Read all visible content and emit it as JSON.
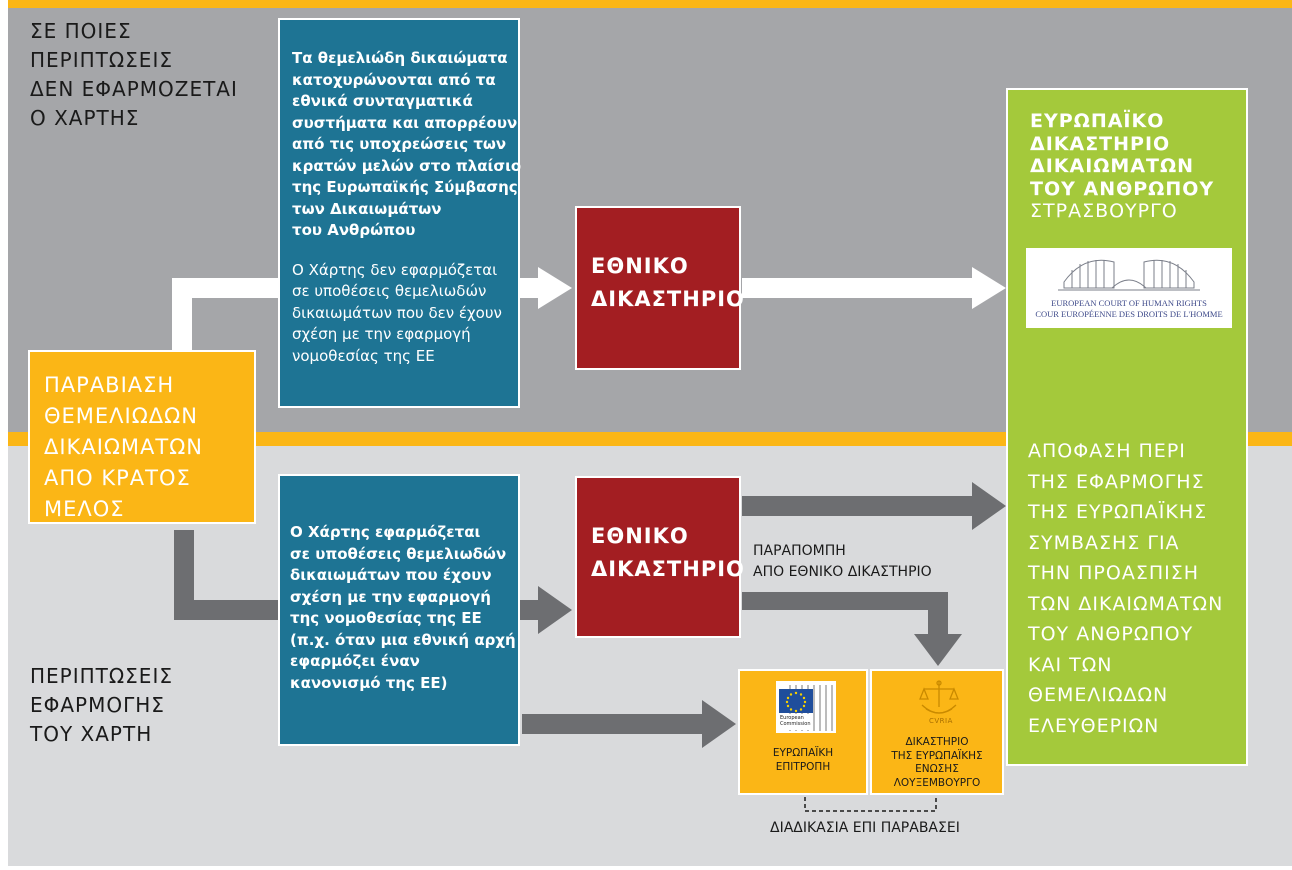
{
  "top_section": {
    "title_lines": [
      "ΣΕ ΠΟΙΕΣ",
      "ΠΕΡΙΠΤΩΣΕΙΣ",
      "ΔΕΝ ΕΦΑΡΜΟΖΕΤΑΙ",
      "Ο ΧΑΡΤΗΣ"
    ],
    "blue_box": {
      "bold_lines": [
        "Τα θεμελιώδη δικαιώματα",
        "κατοχυρώνονται από τα",
        "εθνικά συνταγματικά",
        "συστήματα και απορρέουν",
        "από τις υποχρεώσεις των",
        "κρατών μελών στο πλαίσιο",
        "της Ευρωπαϊκής Σύμβασης",
        "των Δικαιωμάτων",
        "του Ανθρώπου"
      ],
      "normal_lines": [
        "Ο Χάρτης δεν εφαρμόζεται",
        "σε υποθέσεις θεμελιωδών",
        "δικαιωμάτων που δεν έχουν",
        "σχέση με την εφαρμογή",
        "νομοθεσίας της ΕΕ"
      ]
    },
    "court_lines": [
      "ΕΘΝΙΚΟ",
      "ΔΙΚΑΣΤΗΡΙΟ"
    ]
  },
  "violation_box": {
    "lines": [
      "ΠΑΡΑΒΙΑΣΗ",
      "ΘΕΜΕΛΙΩΔΩΝ",
      "ΔΙΚΑΙΩΜΑΤΩΝ",
      "ΑΠΟ ΚΡΑΤΟΣ",
      "ΜΕΛΟΣ"
    ]
  },
  "bottom_section": {
    "title_lines": [
      "ΠΕΡΙΠΤΩΣΕΙΣ",
      "ΕΦΑΡΜΟΓΗΣ",
      "ΤΟΥ ΧΑΡΤΗ"
    ],
    "blue_box": {
      "bold_lines": [
        "Ο Χάρτης εφαρμόζεται",
        "σε υποθέσεις θεμελιωδών",
        "δικαιωμάτων που έχουν",
        "σχέση με την εφαρμογή",
        "της νομοθεσίας της ΕΕ",
        "(π.χ. όταν μια εθνική αρχή",
        "εφαρμόζει έναν",
        "κανονισμό της ΕΕ)"
      ]
    },
    "court_lines": [
      "ΕΘΝΙΚΟ",
      "ΔΙΚΑΣΤΗΡΙΟ"
    ],
    "referral_lines": [
      "ΠΑΡΑΠΟΜΠΗ",
      "ΑΠΟ ΕΘΝΙΚΟ ΔΙΚΑΣΤΗΡΙΟ"
    ],
    "commission": {
      "logo_text_1": "European",
      "logo_text_2": "Commission",
      "caption_lines": [
        "ΕΥΡΩΠΑΪΚΗ",
        "ΕΠΙΤΡΟΠΗ"
      ]
    },
    "cjeu": {
      "logo_text": "CVRIA",
      "caption_lines": [
        "ΔΙΚΑΣΤΗΡΙΟ",
        "ΤΗΣ ΕΥΡΩΠΑΪΚΗΣ",
        "ΕΝΩΣΗΣ",
        "ΛΟΥΞΕΜΒΟΥΡΓΟ"
      ]
    },
    "infringement_label": "ΔΙΑΔΙΚΑΣΙΑ ΕΠΙ ΠΑΡΑΒΑΣΕΙ"
  },
  "echr_box": {
    "heading_lines": [
      "ΕΥΡΩΠΑΪΚΟ",
      "ΔΙΚΑΣΤΗΡΙΟ",
      "ΔΙΚΑΙΩΜΑΤΩΝ",
      "ΤΟΥ ΑΝΘΡΩΠΟΥ"
    ],
    "city": "ΣΤΡΑΣΒΟΥΡΓΟ",
    "logo_caption_1": "EUROPEAN COURT OF HUMAN RIGHTS",
    "logo_caption_2": "COUR EUROPÉENNE DES DROITS DE L'HOMME",
    "decision_lines": [
      "ΑΠΟΦΑΣΗ ΠΕΡΙ",
      "ΤΗΣ ΕΦΑΡΜΟΓΗΣ",
      "ΤΗΣ ΕΥΡΩΠΑΪΚΗΣ",
      "ΣΥΜΒΑΣΗΣ ΓΙΑ",
      "ΤΗΝ ΠΡΟΑΣΠΙΣΗ",
      "ΤΩΝ ΔΙΚΑΙΩΜΑΤΩΝ",
      "ΤΟΥ ΑΝΘΡΩΠΟΥ",
      "ΚΑΙ ΤΩΝ",
      "ΘΕΜΕΛΙΩΔΩΝ",
      "ΕΛΕΥΘΕΡΙΩΝ"
    ]
  },
  "colors": {
    "top_band": "#a5a6a9",
    "bottom_band": "#d9dadc",
    "stripe": "#fbb616",
    "blue_box": "#1e7494",
    "red_box": "#a31e22",
    "orange_box": "#fbb616",
    "green_box": "#a4c93b",
    "dark_arrow": "#6d6e71",
    "white_arrow": "#ffffff"
  }
}
